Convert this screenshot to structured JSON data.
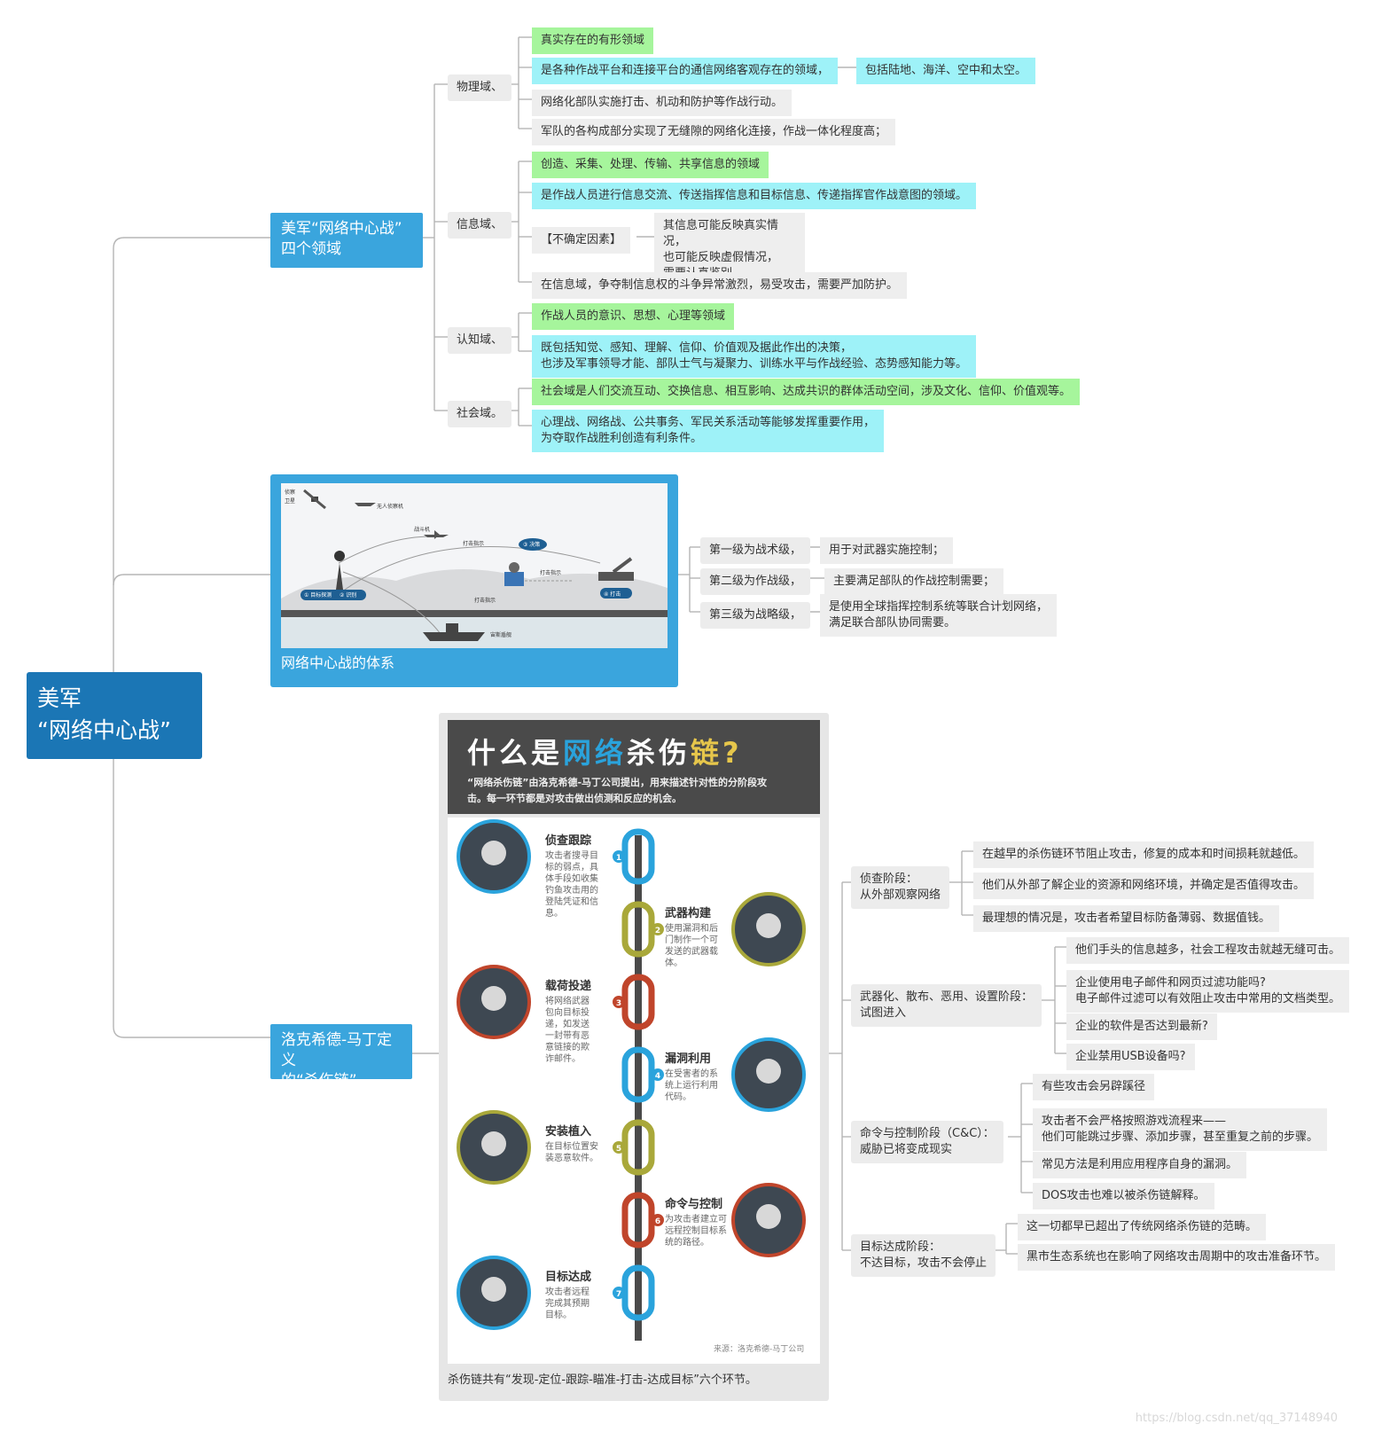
{
  "root": {
    "title": "美军\n  “网络中心战”"
  },
  "domains": {
    "title": "美军“网络中心战”\n四个领域",
    "physical": {
      "label": "物理域、",
      "items": [
        "真实存在的有形领域",
        "是各种作战平台和连接平台的通信网络客观存在的领域，",
        "网络化部队实施打击、机动和防护等作战行动。",
        "军队的各构成部分实现了无缝隙的网络化连接，作战一体化程度高；"
      ],
      "sub": "包括陆地、海洋、空中和太空。"
    },
    "info": {
      "label": "信息域、",
      "items": [
        "创造、采集、处理、传输、共享信息的领域",
        "是作战人员进行信息交流、传送指挥信息和目标信息、传递指挥官作战意图的领域。",
        "【不确定因素】",
        "在信息域，争夺制信息权的斗争异常激烈，易受攻击，需要严加防护。"
      ],
      "uncertain": "其信息可能反映真实情况，\n也可能反映虚假情况，\n需要认真鉴别。"
    },
    "cognitive": {
      "label": "认知域、",
      "items": [
        "作战人员的意识、思想、心理等领域",
        "既包括知觉、感知、理解、信仰、价值观及据此作出的决策，\n也涉及军事领导才能、部队士气与凝聚力、训练水平与作战经验、态势感知能力等。"
      ]
    },
    "social": {
      "label": "社会域。",
      "items": [
        "社会域是人们交流互动、交换信息、相互影响、达成共识的群体活动空间，涉及文化、信仰、价值观等。",
        "心理战、网络战、公共事务、军民关系活动等能够发挥重要作用，\n为夺取作战胜利创造有利条件。"
      ]
    }
  },
  "system": {
    "title": "网络中心战的体系",
    "image": {
      "labels": [
        "侦察",
        "卫星",
        "无人侦察机",
        "战斗机",
        "打击指示",
        "③ 决策",
        "打击指示",
        "① 目标探测",
        "② 识别",
        "打击指示",
        "④ 打击",
        "宙斯盾舰"
      ]
    },
    "levels": [
      {
        "label": "第一级为战术级，",
        "desc": "用于对武器实施控制；"
      },
      {
        "label": "第二级为作战级，",
        "desc": "主要满足部队的作战控制需要；"
      },
      {
        "label": "第三级为战略级，",
        "desc": "是使用全球指挥控制系统等联合计划网络，\n满足联合部队协同需要。"
      }
    ]
  },
  "killchain": {
    "title": "洛克希德-马丁定义\n的“杀伤链”",
    "caption": "杀伤链共有“发现-定位-跟踪-瞄准-打击-达成目标”六个环节。",
    "infographic": {
      "heading_plain1": "什么是",
      "heading_blue": "网络",
      "heading_plain2": "杀伤",
      "heading_yellow": "链?",
      "intro": "“网络杀伤链”由洛克希德-马丁公司提出，用来描述针对性的分阶段攻\n击。每一环节都是对攻击做出侦测和反应的机会。",
      "source": "来源：洛克希德-马丁公司",
      "steps": [
        {
          "num": "1",
          "title": "侦查跟踪",
          "desc": [
            "攻击者搜寻目",
            "标的弱点，具",
            "体手段如收集",
            "钓鱼攻击用的",
            "登陆凭证和信",
            "息。"
          ],
          "color": "#2aa3dc"
        },
        {
          "num": "2",
          "title": "武器构建",
          "desc": [
            "使用漏洞和后",
            "门制作一个可",
            "发送的武器载",
            "体。"
          ],
          "color": "#a9a83a"
        },
        {
          "num": "3",
          "title": "载荷投递",
          "desc": [
            "将网络武器",
            "包向目标投",
            "递，如发送",
            "一封带有恶",
            "意链接的欺",
            "诈邮件。"
          ],
          "color": "#c0452b"
        },
        {
          "num": "4",
          "title": "漏洞利用",
          "desc": [
            "在受害者的系",
            "统上运行利用",
            "代码。"
          ],
          "color": "#2aa3dc"
        },
        {
          "num": "5",
          "title": "安装植入",
          "desc": [
            "在目标位置安",
            "装恶意软件。"
          ],
          "color": "#a9a83a"
        },
        {
          "num": "6",
          "title": "命令与控制",
          "desc": [
            "为攻击者建立可",
            "远程控制目标系",
            "统的路径。"
          ],
          "color": "#c0452b"
        },
        {
          "num": "7",
          "title": "目标达成",
          "desc": [
            "攻击者远程",
            "完成其预期",
            "目标。"
          ],
          "color": "#2aa3dc"
        }
      ]
    },
    "phases": [
      {
        "label": "侦查阶段：\n从外部观察网络",
        "items": [
          "在越早的杀伤链环节阻止攻击，修复的成本和时间损耗就越低。",
          "他们从外部了解企业的资源和网络环境，并确定是否值得攻击。",
          "最理想的情况是，攻击者希望目标防备薄弱、数据值钱。"
        ]
      },
      {
        "label": "武器化、散布、恶用、设置阶段：\n试图进入",
        "items": [
          "他们手头的信息越多，社会工程攻击就越无缝可击。",
          "企业使用电子邮件和网页过滤功能吗?\n电子邮件过滤可以有效阻止攻击中常用的文档类型。",
          "企业的软件是否达到最新?",
          "企业禁用USB设备吗?"
        ]
      },
      {
        "label": "命令与控制阶段（C&C）：\n威胁已将变成现实",
        "items": [
          "有些攻击会另辟蹊径",
          "攻击者不会严格按照游戏流程来——\n他们可能跳过步骤、添加步骤，甚至重复之前的步骤。",
          "常见方法是利用应用程序自身的漏洞。",
          "DOS攻击也难以被杀伤链解释。"
        ]
      },
      {
        "label": "目标达成阶段：\n不达目标，攻击不会停止",
        "items": [
          "这一切都早已超出了传统网络杀伤链的范畴。",
          "黑市生态系统也在影响了网络攻击周期中的攻击准备环节。"
        ]
      }
    ]
  },
  "watermark": "https://blog.csdn.net/qq_37148940"
}
